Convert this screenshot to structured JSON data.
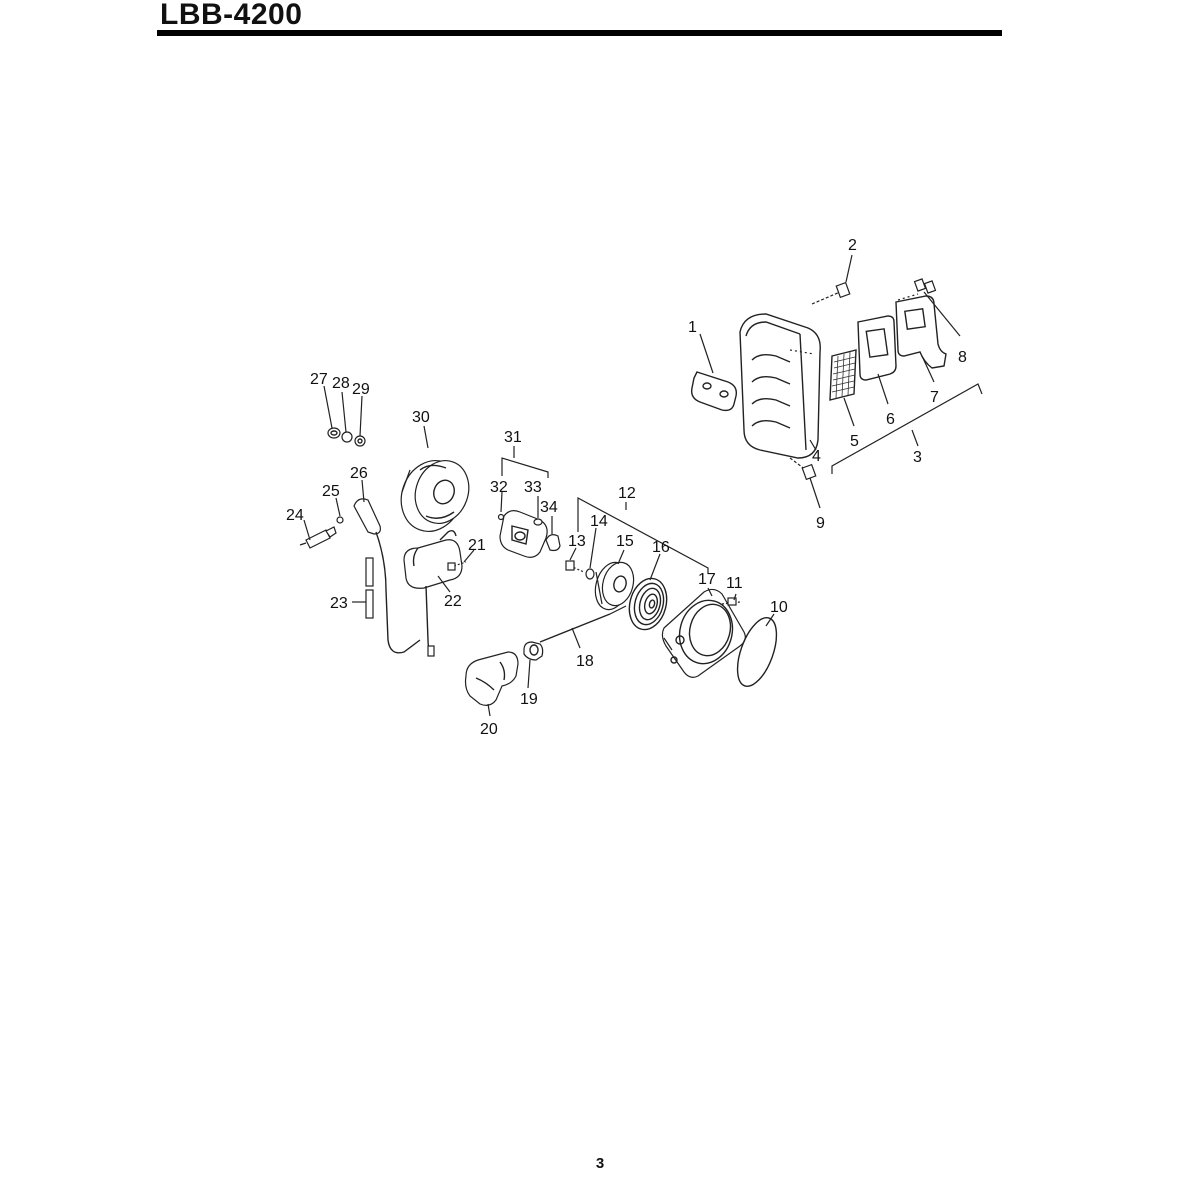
{
  "header": {
    "model": "LBB-4200"
  },
  "footer": {
    "page_number": "3"
  },
  "callouts": [
    {
      "id": "1",
      "text": "1"
    },
    {
      "id": "2",
      "text": "2"
    },
    {
      "id": "3",
      "text": "3"
    },
    {
      "id": "4",
      "text": "4"
    },
    {
      "id": "5",
      "text": "5"
    },
    {
      "id": "6",
      "text": "6"
    },
    {
      "id": "7",
      "text": "7"
    },
    {
      "id": "8",
      "text": "8"
    },
    {
      "id": "9",
      "text": "9"
    },
    {
      "id": "10",
      "text": "10"
    },
    {
      "id": "11",
      "text": "11"
    },
    {
      "id": "12",
      "text": "12"
    },
    {
      "id": "13",
      "text": "13"
    },
    {
      "id": "14",
      "text": "14"
    },
    {
      "id": "15",
      "text": "15"
    },
    {
      "id": "16",
      "text": "16"
    },
    {
      "id": "17",
      "text": "17"
    },
    {
      "id": "18",
      "text": "18"
    },
    {
      "id": "19",
      "text": "19"
    },
    {
      "id": "20",
      "text": "20"
    },
    {
      "id": "21",
      "text": "21"
    },
    {
      "id": "22",
      "text": "22"
    },
    {
      "id": "23",
      "text": "23"
    },
    {
      "id": "24",
      "text": "24"
    },
    {
      "id": "25",
      "text": "25"
    },
    {
      "id": "26",
      "text": "26"
    },
    {
      "id": "27",
      "text": "27"
    },
    {
      "id": "28",
      "text": "28"
    },
    {
      "id": "29",
      "text": "29"
    },
    {
      "id": "30",
      "text": "30"
    },
    {
      "id": "31",
      "text": "31"
    },
    {
      "id": "32",
      "text": "32"
    },
    {
      "id": "33",
      "text": "33"
    },
    {
      "id": "34",
      "text": "34"
    }
  ]
}
